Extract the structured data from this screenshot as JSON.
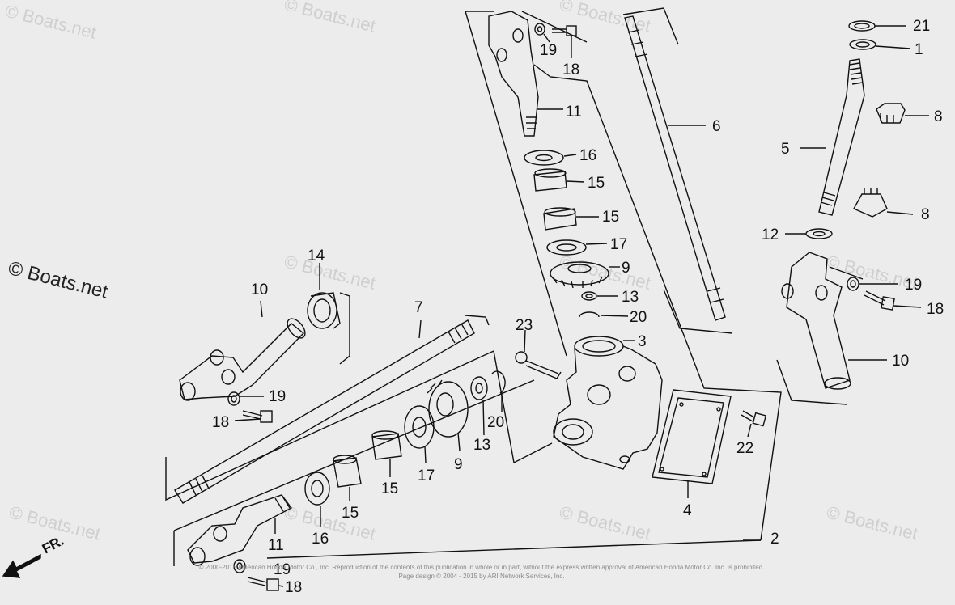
{
  "brand_watermark": "© Boats.net",
  "faint_watermark": "© Boats.net",
  "direction_label": "FR.",
  "copyright": {
    "line1": "© 2000-2015 American Honda Motor Co., Inc. Reproduction of the contents of this publication in whole or in part, without the express written approval of American Honda Motor Co. Inc. is prohibited.",
    "line2": "Page design © 2004 - 2015 by ARI Network Services, Inc."
  },
  "parts": {
    "p1": "1",
    "p2": "2",
    "p3": "3",
    "p4": "4",
    "p5": "5",
    "p6": "6",
    "p7": "7",
    "p8": "8",
    "p9": "9",
    "p10": "10",
    "p11": "11",
    "p12": "12",
    "p13": "13",
    "p14": "14",
    "p15": "15",
    "p16": "16",
    "p17": "17",
    "p18": "18",
    "p19": "19",
    "p20": "20",
    "p21": "21",
    "p22": "22",
    "p23": "23"
  },
  "colors": {
    "line": "#111111",
    "background": "#ececec",
    "watermark": "#cfcfcf"
  }
}
